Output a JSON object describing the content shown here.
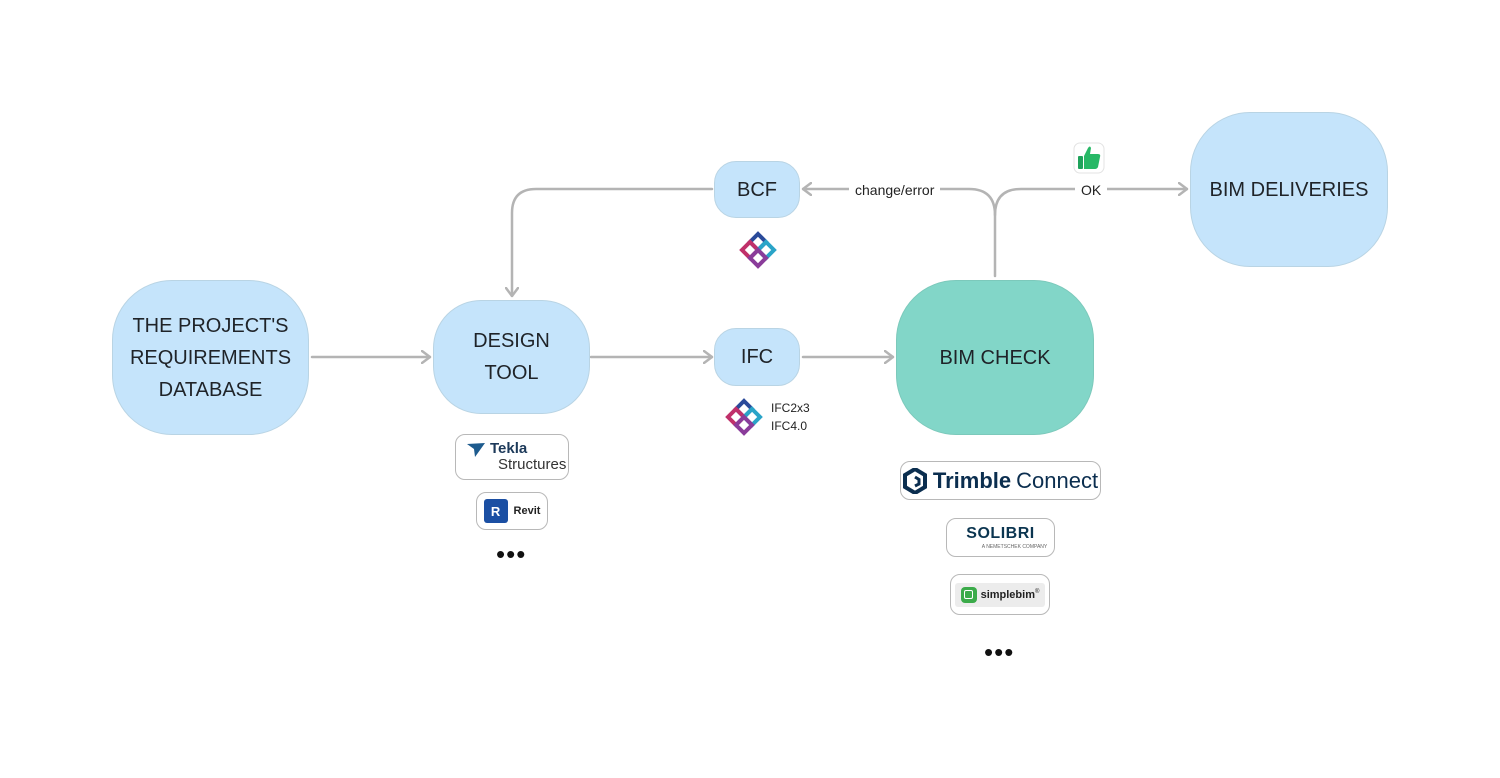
{
  "nodes": {
    "requirements_db": "THE PROJECT'S\nREQUIREMENTS\nDATABASE",
    "design_tool": "DESIGN\nTOOL",
    "ifc": "IFC",
    "bcf": "BCF",
    "bim_check": "BIM CHECK",
    "bim_deliveries": "BIM DELIVERIES"
  },
  "edge_labels": {
    "change_error": "change/error",
    "ok": "OK"
  },
  "ifc_versions": [
    "IFC2x3",
    "IFC4.0"
  ],
  "design_tools": {
    "tekla_line1": "Tekla",
    "tekla_line2": "Structures",
    "revit_letter": "R",
    "revit_label": "Revit",
    "more": "•••"
  },
  "check_tools": {
    "trimble_word1": "Trimble",
    "trimble_word2": "Connect",
    "solibri": "SOLIBRI",
    "solibri_tagline": "A NEMETSCHEK COMPANY",
    "simplebim": "simplebim",
    "simplebim_mark": "®",
    "more": "•••"
  },
  "colors": {
    "node_blue": "#c5e4fb",
    "node_teal": "#82d6c8",
    "arrow": "#b4b4b4",
    "thumb_green": "#1fa35b",
    "tekla_blue": "#1d5b8e",
    "revit_blue": "#1b4fa3",
    "trimble_navy": "#0b2e4f",
    "solibri_navy": "#0b3550",
    "simplebim_green": "#3bab4a",
    "ifc_logo": [
      "#2a4a9a",
      "#c0306a",
      "#2aa4c8"
    ]
  },
  "icons": {
    "approval": "thumbs-up-icon",
    "ifc_logo": "buildingsmart-ifc-logo-icon"
  }
}
